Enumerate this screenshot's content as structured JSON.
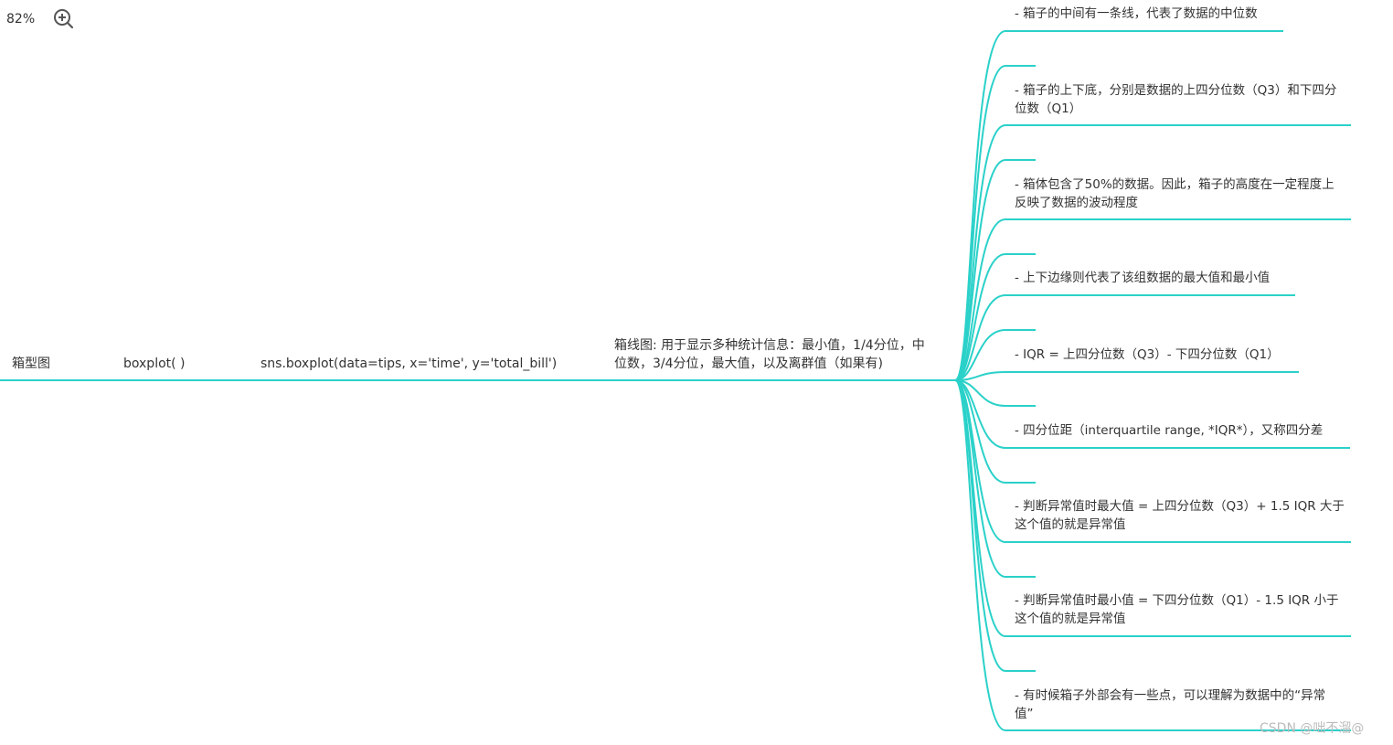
{
  "toolbar": {
    "zoom_level": "82%",
    "zoom_in_icon": "zoom-in-icon"
  },
  "mindmap": {
    "root": "箱型图",
    "function": "boxplot(  )",
    "example": "sns.boxplot(data=tips, x='time', y='total_bill')",
    "description": "箱线图: 用于显示多种统计信息：最小值，1/4分位，中位数，3/4分位，最大值，以及离群值（如果有)",
    "notes": [
      "- 箱子的中间有一条线，代表了数据的中位数",
      "- 箱子的上下底，分别是数据的上四分位数（Q3）和下四分位数（Q1）",
      "- 箱体包含了50%的数据。因此，箱子的高度在一定程度上反映了数据的波动程度",
      "- 上下边缘则代表了该组数据的最大值和最小值",
      "- IQR = 上四分位数（Q3）- 下四分位数（Q1）",
      "- 四分位距（interquartile range, *IQR*），又称四分差",
      "- 判断异常值时最大值 = 上四分位数（Q3）+ 1.5 IQR 大于这个值的就是异常值",
      "- 判断异常值时最小值 = 下四分位数（Q1）- 1.5 IQR 小于这个值的就是异常值",
      "- 有时候箱子外部会有一些点，可以理解为数据中的“异常值”"
    ]
  },
  "watermark": "CSDN @咄不溜@",
  "colors": {
    "connector": "#2ad1c9",
    "text": "#333333",
    "watermark": "#bbbbbb"
  }
}
